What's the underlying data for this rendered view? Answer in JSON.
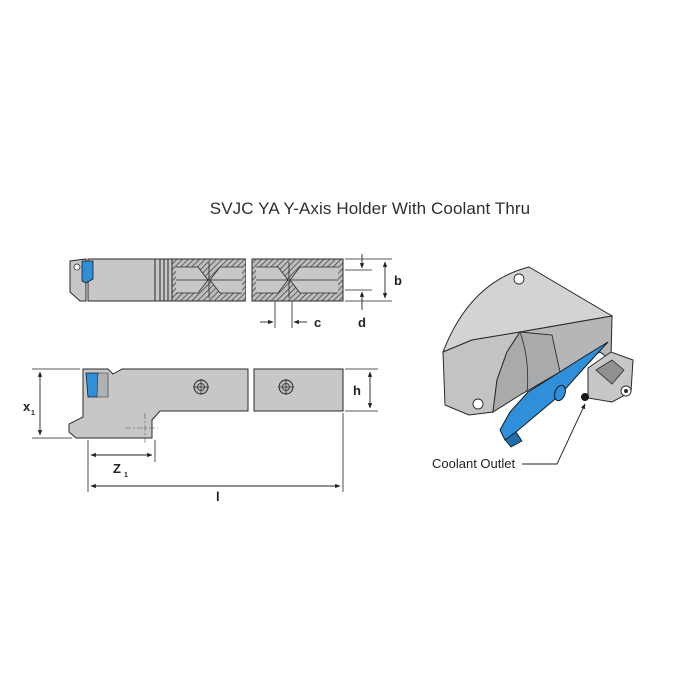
{
  "title": "SVJC YA Y-Axis Holder With Coolant Thru",
  "dimensions": {
    "b": "b",
    "c": "c",
    "d": "d",
    "h": "h",
    "x": "x",
    "x_sub": "1",
    "z": "Z",
    "z_sub": "1",
    "l": "l"
  },
  "callout": "Coolant Outlet",
  "colors": {
    "body": "#c6c7c9",
    "insert": "#2f8fd8",
    "line": "#2a2a2a"
  }
}
